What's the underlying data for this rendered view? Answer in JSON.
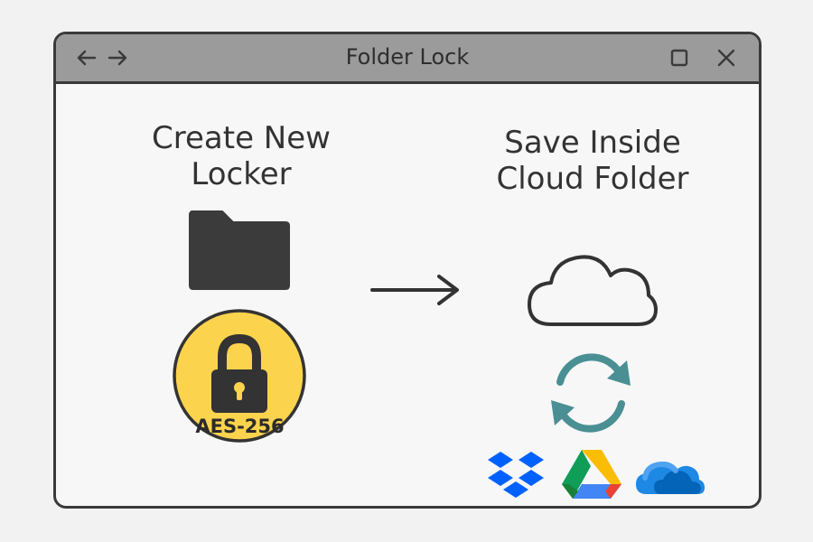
{
  "window": {
    "title": "Folder Lock"
  },
  "left": {
    "heading": "Create New\nLocker",
    "folder_icon": "folder-icon",
    "badge_label": "AES-256",
    "badge_color": "#fcd34d"
  },
  "right": {
    "heading": "Save Inside\nCloud Folder",
    "cloud_icon": "cloud-icon",
    "sync_icon": "sync-icon",
    "sync_color": "#4a8f94",
    "services": [
      "dropbox-icon",
      "google-drive-icon",
      "onedrive-icon"
    ]
  },
  "arrow_icon": "arrow-right-icon"
}
